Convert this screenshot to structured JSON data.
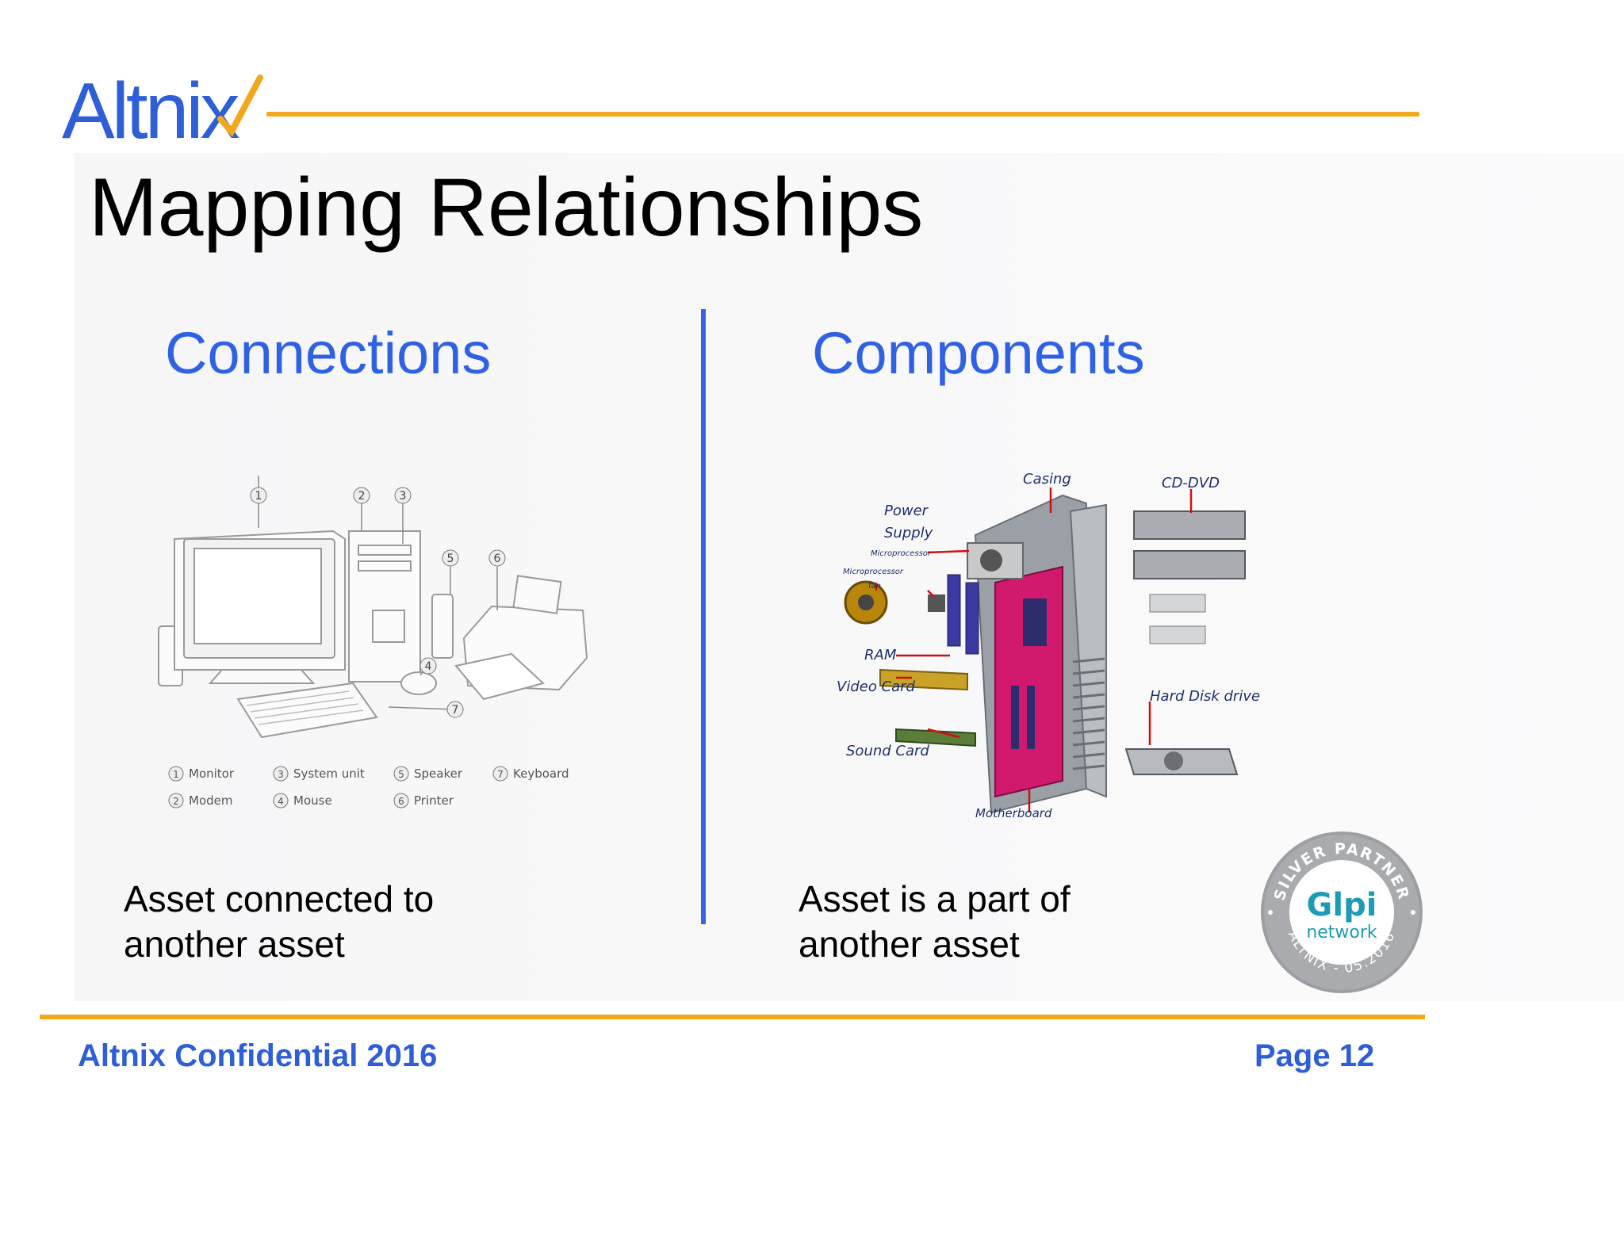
{
  "header": {
    "logo_text": "Altnix",
    "title": "Mapping Relationships"
  },
  "left": {
    "heading": "Connections",
    "caption_lines": [
      "Asset connected to",
      "another asset"
    ],
    "legend": [
      {
        "num": "1",
        "label": "Monitor"
      },
      {
        "num": "2",
        "label": "Modem"
      },
      {
        "num": "3",
        "label": "System unit"
      },
      {
        "num": "4",
        "label": "Mouse"
      },
      {
        "num": "5",
        "label": "Speaker"
      },
      {
        "num": "6",
        "label": "Printer"
      },
      {
        "num": "7",
        "label": "Keyboard"
      }
    ]
  },
  "right": {
    "heading": "Components",
    "caption_lines": [
      "Asset is a part of",
      "another asset"
    ],
    "labels": {
      "casing": "Casing",
      "cd_dvd": "CD-DVD",
      "power_supply_1": "Power",
      "power_supply_2": "Supply",
      "microprocessor": "Microprocessor",
      "microprocessor_fan_1": "Microprocessor",
      "microprocessor_fan_2": "fan",
      "ram": "RAM",
      "video_card": "Video Card",
      "hard_disk": "Hard Disk drive",
      "sound_card": "Sound Card",
      "motherboard": "Motherboard"
    }
  },
  "badge": {
    "top_text": "SILVER PARTNER",
    "brand": "Glpi",
    "sub": "network",
    "bottom_text": "ALTNIX - 05.2016"
  },
  "footer": {
    "left": "Altnix Confidential 2016",
    "right": "Page 12"
  },
  "colors": {
    "accent_orange": "#f2a81d",
    "brand_blue": "#2f5fd6",
    "heading_blue": "#2f62e3"
  }
}
